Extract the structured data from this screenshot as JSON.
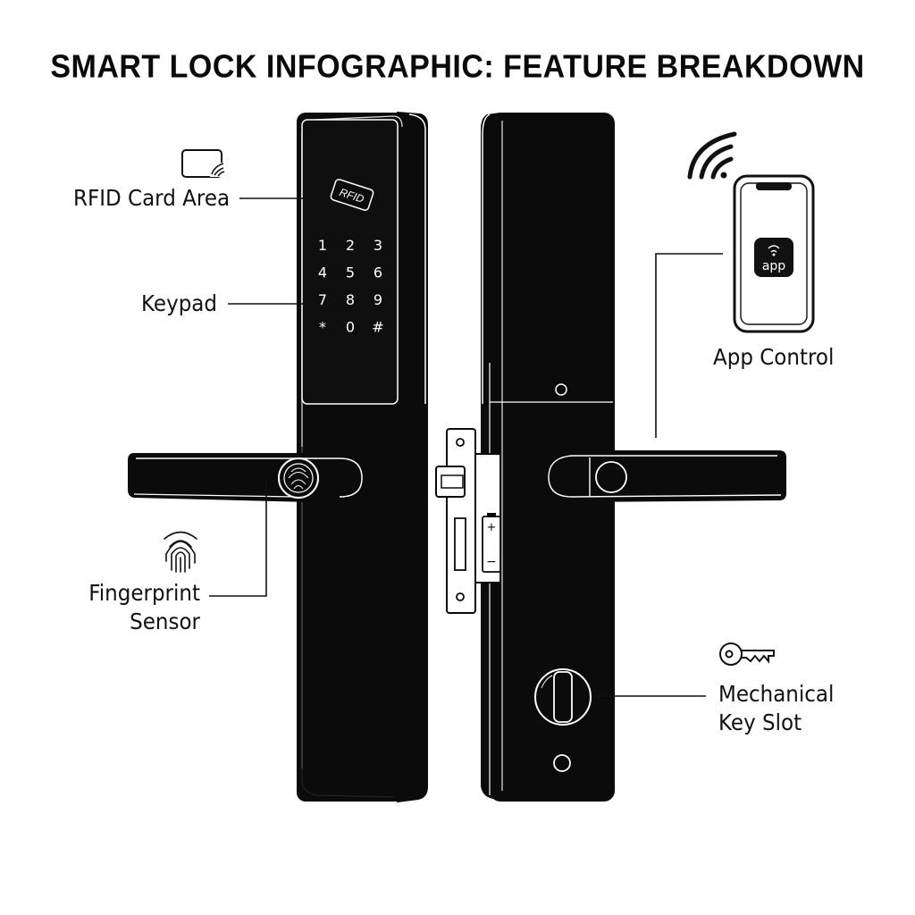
{
  "title": "SMART LOCK INFOGRAPHIC: FEATURE BREAKDOWN",
  "labels": {
    "rfid": "RFID Card Area",
    "keypad": "Keypad",
    "fingerprint_line1": "Fingerprint",
    "fingerprint_line2": "Sensor",
    "app_control": "App Control",
    "key_slot_line1": "Mechanical",
    "key_slot_line2": "Key Slot"
  },
  "rfid_tag_text": "RFID",
  "app_icon_text": "app",
  "keypad_keys": [
    "1",
    "2",
    "3",
    "4",
    "5",
    "6",
    "7",
    "8",
    "9",
    "*",
    "0",
    "#"
  ],
  "icons": [
    "rfid-card-icon",
    "fingerprint-icon",
    "wifi-signal-icon",
    "smartphone-icon",
    "key-icon",
    "battery-icon"
  ],
  "colors": {
    "body": "#0b0b0b",
    "outline": "#ffffff",
    "text": "#111111",
    "background": "#ffffff"
  }
}
